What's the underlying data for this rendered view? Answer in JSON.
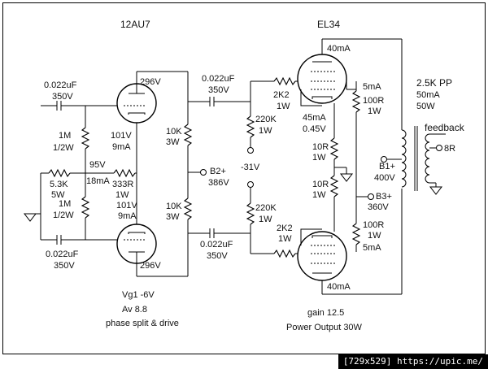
{
  "labels": {
    "driver_tube": "12AU7",
    "output_tube": "EL34",
    "c_in": "0.022uF",
    "c_in_v": "350V",
    "c_in2": "0.022uF",
    "c_in2_v": "350V",
    "plate_top_v": "296V",
    "plate_bot_v": "296V",
    "r_1m_top": "1M",
    "r_1m_top_w": "1/2W",
    "r_1m_bot": "1M",
    "r_1m_bot_w": "1/2W",
    "i_top_v": "101V",
    "i_top_ma": "9mA",
    "i_bot_v": "101V",
    "i_bot_ma": "9mA",
    "node_95v": "95V",
    "node_18ma": "18mA",
    "r_53k": "5.3K",
    "r_53k_w": "5W",
    "r_333": "333R",
    "r_333_w": "1W",
    "r_10k_top": "10K",
    "r_10k_top_w": "3W",
    "r_10k_bot": "10K",
    "r_10k_bot_w": "3W",
    "b2": "B2+",
    "b2_v": "386V",
    "c_cp_top": "0.022uF",
    "c_cp_top_v": "350V",
    "c_cp_bot": "0.022uF",
    "c_cp_bot_v": "350V",
    "r_220k_top": "220K",
    "r_220k_top_w": "1W",
    "r_220k_bot": "220K",
    "r_220k_bot_w": "1W",
    "bias": "-31V",
    "r_2k2_top": "2K2",
    "r_2k2_top_w": "1W",
    "r_2k2_bot": "2K2",
    "r_2k2_bot_w": "1W",
    "el_top_ma": "40mA",
    "el_bot_ma": "40mA",
    "cath_ma": "45mA",
    "cath_v": "0.45V",
    "r_10r_top": "10R",
    "r_10r_top_w": "1W",
    "r_10r_bot": "10R",
    "r_10r_bot_w": "1W",
    "screen_top_ma": "5mA",
    "screen_bot_ma": "5mA",
    "r_100r_top": "100R",
    "r_100r_top_w": "1W",
    "r_100r_bot": "100R",
    "r_100r_bot_w": "1W",
    "b3": "B3+",
    "b3_v": "360V",
    "b1": "B1+",
    "b1_v": "400V",
    "opt_z": "2.5K PP",
    "opt_ma": "50mA",
    "opt_w": "50W",
    "feedback": "feedback",
    "spk": "8R",
    "note_vg1": "Vg1 -6V",
    "note_av": "Av 8.8",
    "note_phase": "phase split & drive",
    "note_gain": "gain 12.5",
    "note_power": "Power Output  30W"
  },
  "watermark": "[729x529] https://upic.me/"
}
